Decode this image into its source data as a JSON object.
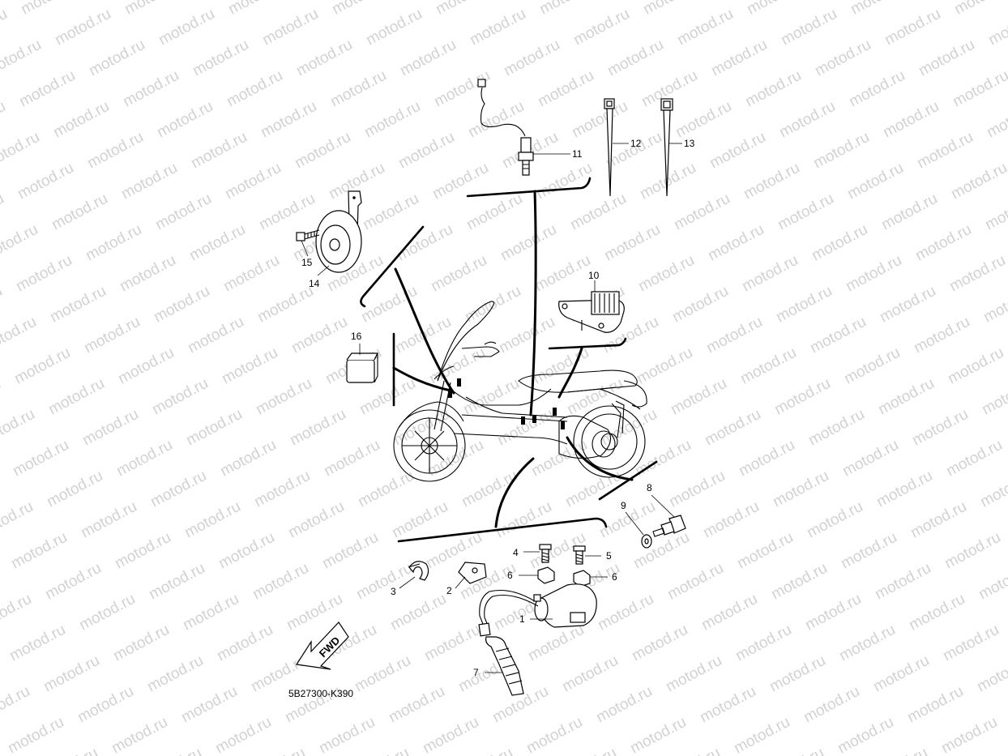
{
  "watermark": {
    "text": "motod.ru"
  },
  "diagram_code": "5B27300-K390",
  "direction_arrow": {
    "label": "FWD"
  },
  "callouts": {
    "c1": "1",
    "c2": "2",
    "c3": "3",
    "c4": "4",
    "c5": "5",
    "c6a": "6",
    "c6b": "6",
    "c7": "7",
    "c8": "8",
    "c9": "9",
    "c10": "10",
    "c11": "11",
    "c12": "12",
    "c13": "13",
    "c14": "14",
    "c15": "15",
    "c16": "16"
  },
  "colors": {
    "line": "#000000",
    "watermark": "#d2d2d2",
    "background": "#ffffff"
  }
}
